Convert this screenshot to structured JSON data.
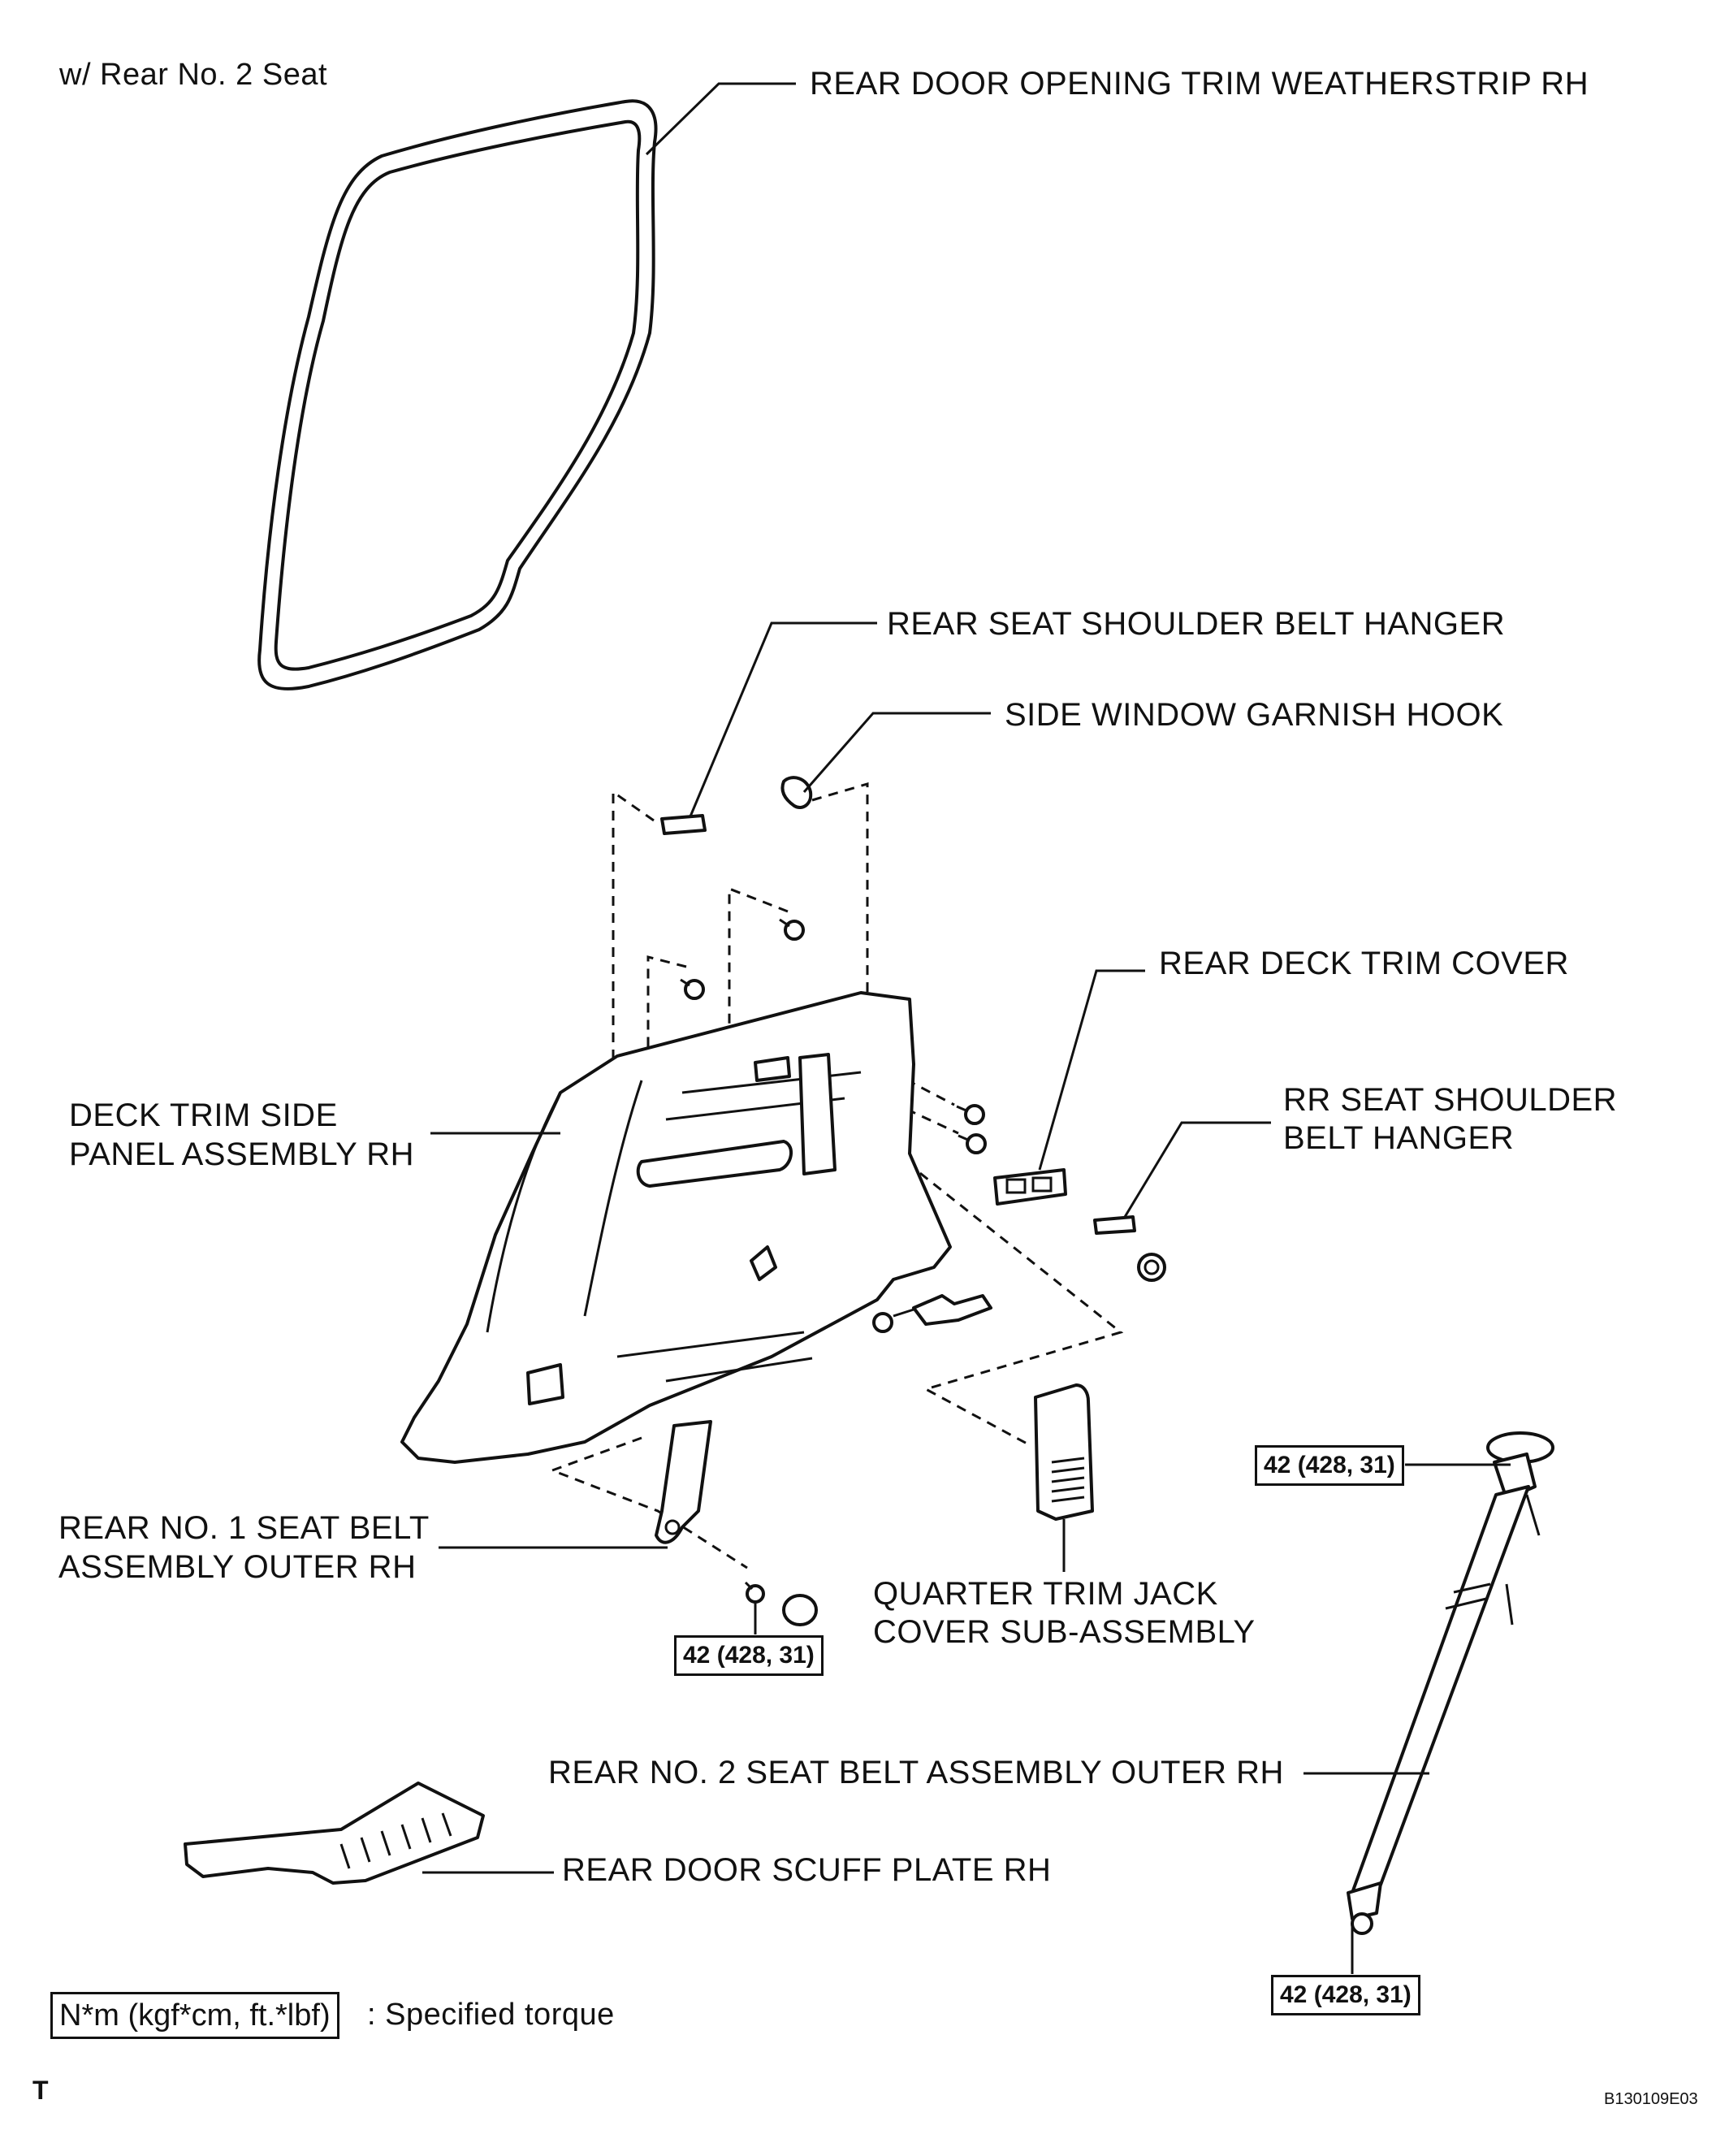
{
  "header": {
    "variant_note": "w/ Rear No. 2 Seat"
  },
  "labels": {
    "weatherstrip": "REAR DOOR OPENING TRIM WEATHERSTRIP RH",
    "shoulder_hanger": "REAR SEAT SHOULDER BELT HANGER",
    "garnish_hook": "SIDE WINDOW GARNISH HOOK",
    "deck_trim_cover": "REAR DECK TRIM COVER",
    "rr_hanger_line1": "RR SEAT SHOULDER",
    "rr_hanger_line2": "BELT HANGER",
    "deck_panel_line1": "DECK TRIM SIDE",
    "deck_panel_line2": "PANEL ASSEMBLY RH",
    "no1_belt_line1": "REAR NO. 1 SEAT BELT",
    "no1_belt_line2": "ASSEMBLY OUTER RH",
    "jack_cover_line1": "QUARTER TRIM JACK",
    "jack_cover_line2": "COVER SUB-ASSEMBLY",
    "no2_belt": "REAR NO. 2 SEAT BELT ASSEMBLY OUTER RH",
    "scuff_plate": "REAR DOOR SCUFF PLATE RH"
  },
  "torque": {
    "no1_anchor": "42 (428, 31)",
    "no2_upper": "42 (428, 31)",
    "no2_lower": "42 (428, 31)"
  },
  "legend": {
    "unit_box": "N*m (kgf*cm, ft.*lbf)",
    "description": ": Specified torque"
  },
  "footer": {
    "corner_mark": "T",
    "figure_code": "B130109E03"
  }
}
